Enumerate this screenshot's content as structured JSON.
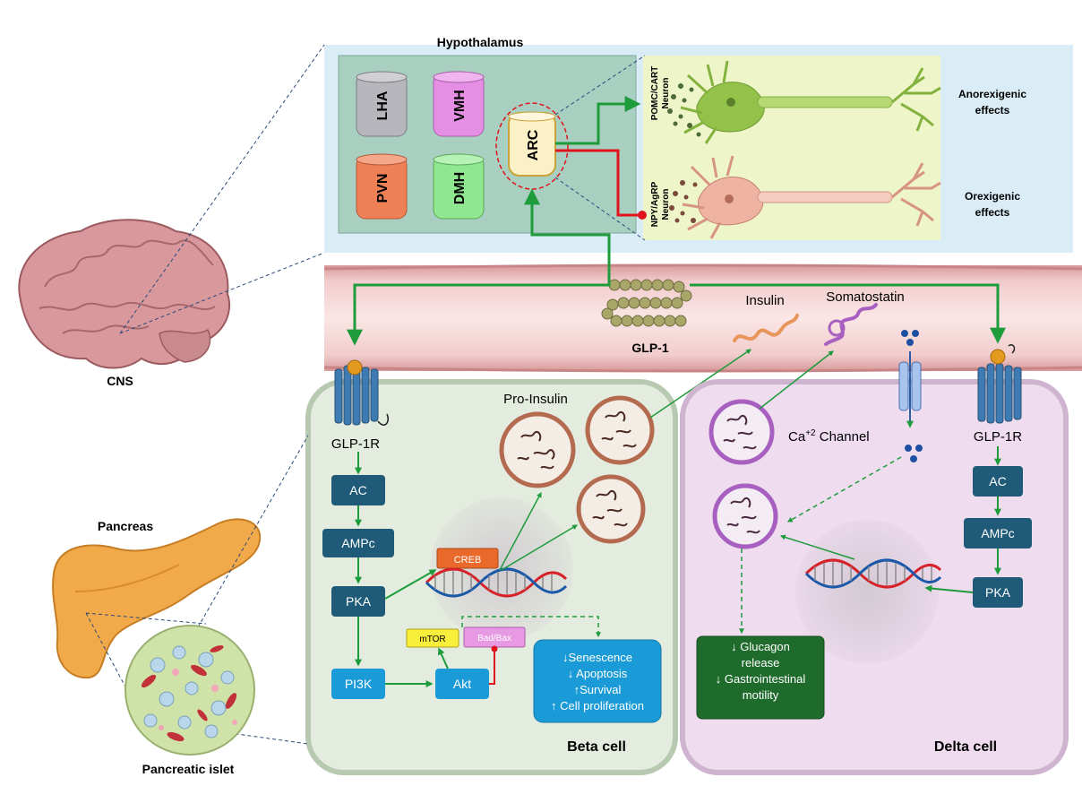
{
  "labels": {
    "hypothalamus": "Hypothalamus",
    "cns": "CNS",
    "pancreas": "Pancreas",
    "pancreatic_islet": "Pancreatic islet",
    "glp1": "GLP-1",
    "insulin": "Insulin",
    "somatostatin": "Somatostatin",
    "pro_insulin": "Pro-Insulin",
    "ca_channel": "Ca",
    "ca_sup": "+2",
    "ca_channel_word": " Channel",
    "beta_cell": "Beta cell",
    "delta_cell": "Delta cell",
    "anorexigenic_1": "Anorexigenic",
    "anorexigenic_2": "effects",
    "orexigenic_1": "Orexigenic",
    "orexigenic_2": "effects",
    "pomc_1": "POMC/CART",
    "pomc_2": "Neuron",
    "npy_1": "NPY/AgRP",
    "npy_2": "Neuron"
  },
  "nuclei": {
    "lha": "LHA",
    "vmh": "VMH",
    "pvn": "PVN",
    "dmh": "DMH",
    "arc": "ARC"
  },
  "beta_pathway": {
    "receptor": "GLP-1R",
    "ac": "AC",
    "ampc": "AMPc",
    "pka": "PKA",
    "pi3k": "PI3K",
    "akt": "Akt",
    "mtor": "mTOR",
    "badbax": "Bad/Bax",
    "creb": "CREB",
    "outcome": [
      "↓Senescence",
      "↓ Apoptosis",
      "↑Survival",
      "↑ Cell proliferation"
    ]
  },
  "delta_pathway": {
    "receptor": "GLP-1R",
    "ac": "AC",
    "ampc": "AMPc",
    "pka": "PKA",
    "outcome": [
      "↓ Glucagon",
      "release",
      "↓ Gastrointestinal",
      "motility"
    ]
  },
  "colors": {
    "arrow_green": "#1e9c3c",
    "inhibit_red": "#e0141c",
    "box_dark": "#1f5a78",
    "box_blue": "#1a9ad6",
    "hypothalamus_bg": "#a8cfc0",
    "panel_bg": "#daedf7",
    "neuron_bg": "#eef5c8",
    "beta_bg": "#e4ecdf",
    "delta_bg": "#efdcef",
    "vessel": "#e8b3b3",
    "outcome_dark": "#1e6b2c",
    "creb": "#e8692a",
    "mtor": "#f7ef3c",
    "badbax": "#e79ae3"
  },
  "icons": [
    "brain-icon",
    "pancreas-icon",
    "islet-icon",
    "neuron-icon",
    "receptor-icon",
    "dna-icon",
    "vesicle-icon",
    "ca-channel-icon",
    "glp1-peptide-icon"
  ]
}
